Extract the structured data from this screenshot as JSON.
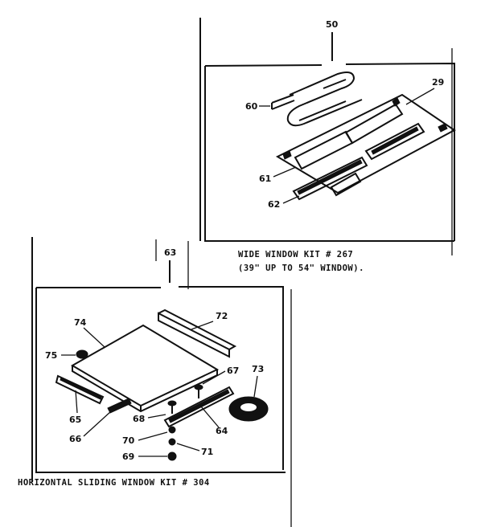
{
  "kit_wide": {
    "callout": "50",
    "title": "WIDE WINDOW KIT # 267",
    "subtitle": "(39\" UP TO 54\" WINDOW).",
    "parts": {
      "p60": "60",
      "p29": "29",
      "p61": "61",
      "p62": "62"
    }
  },
  "kit_horizontal": {
    "callout": "63",
    "title": "HORIZONTAL SLIDING WINDOW KIT # 304",
    "parts": {
      "p74": "74",
      "p72": "72",
      "p75": "75",
      "p67": "67",
      "p73": "73",
      "p65": "65",
      "p68": "68",
      "p64": "64",
      "p66": "66",
      "p70": "70",
      "p71": "71",
      "p69": "69"
    }
  }
}
